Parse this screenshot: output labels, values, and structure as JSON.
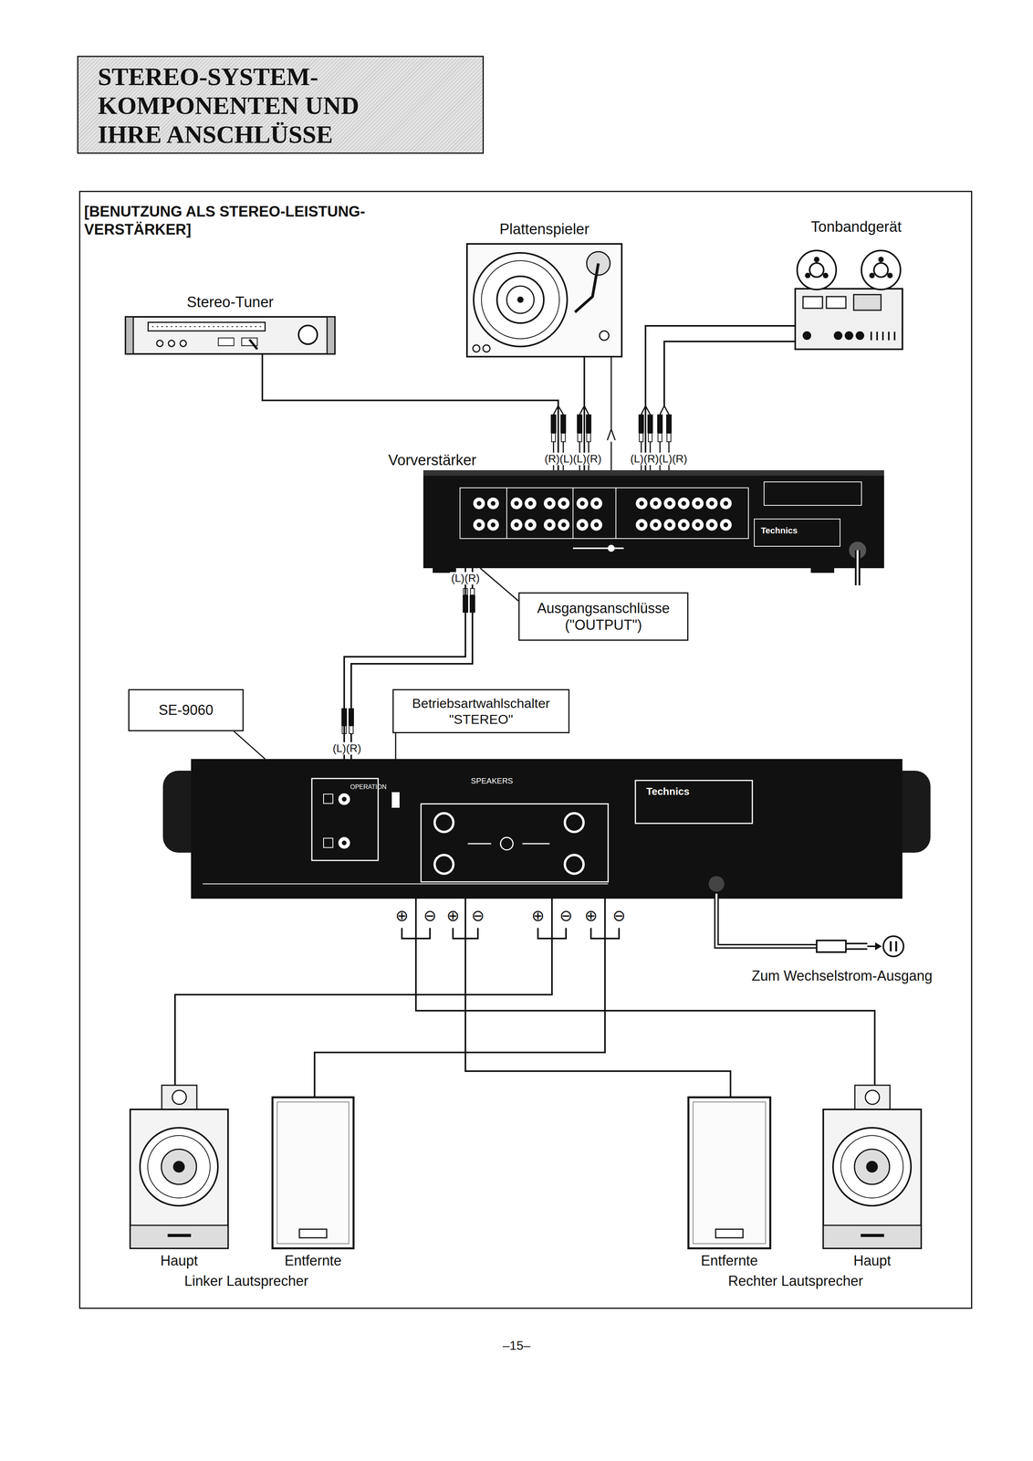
{
  "diagram": {
    "title": "STEREO-SYSTEM- KOMPONENTEN UND IHRE ANSCHLÜSSE",
    "nodes": [
      {
        "text": [
          "[BENUTZUNG ALS STEREO-LEISTUNG- VERSTÄRKER]"
        ]
      },
      {
        "text": [
          "Stereo-Tuner"
        ],
        "in": 0
      },
      {
        "text": [
          "Plattenspieler"
        ],
        "in": 0
      },
      {
        "text": [
          "Tonbandgerät"
        ],
        "in": 0
      },
      {
        "text": [
          "Vorverstärker",
          "Technics"
        ],
        "in": 0
      },
      {
        "text": [
          "Ausgangsanschlüsse (\"OUTPUT\")"
        ],
        "in": 0
      },
      {
        "text": [
          "SE-9060"
        ],
        "in": 0
      },
      {
        "text": [
          "Betriebsartwahlschalter \"STEREO\""
        ],
        "in": 0
      },
      {
        "text": [
          "Technics"
        ],
        "in": 0
      },
      {
        "text": [
          "Haupt"
        ],
        "in": 0
      },
      {
        "text": [
          "Entfernte"
        ],
        "in": 0
      },
      {
        "text": [
          "Entfernte"
        ],
        "in": 0
      },
      {
        "text": [
          "Haupt"
        ],
        "in": 0
      }
    ],
    "edges": [
      {
        "from": 1,
        "to": 4,
        "arrow": "none"
      },
      {
        "from": 2,
        "to": 4,
        "arrow": "none"
      },
      {
        "from": 3,
        "to": 4,
        "arrow": "none"
      },
      {
        "from": 4,
        "to": 8,
        "arrow": "none"
      },
      {
        "from": 5,
        "to": 4,
        "arrow": "none"
      },
      {
        "from": 6,
        "to": 8,
        "arrow": "none"
      },
      {
        "from": 7,
        "to": 8,
        "arrow": "none"
      },
      {
        "from": 8,
        "to": 9,
        "arrow": "none"
      },
      {
        "from": 8,
        "to": 10,
        "arrow": "none"
      },
      {
        "from": 8,
        "to": 12,
        "arrow": "none"
      },
      {
        "from": 8,
        "to": 11,
        "arrow": "none"
      }
    ],
    "labels": [
      "(R)(L)(L)(R)",
      "(L)(R)(L)(R)",
      "(L)(R)",
      "(L)(R)",
      "SPEAKERS",
      "OPERATION",
      "⊕",
      "⊖",
      "⊕",
      "⊖",
      "⊕",
      "⊖",
      "⊕",
      "⊖",
      "Zum Wechselstrom-Ausgang",
      "Linker Lautsprecher",
      "Rechter Lautsprecher",
      "–15–"
    ]
  }
}
